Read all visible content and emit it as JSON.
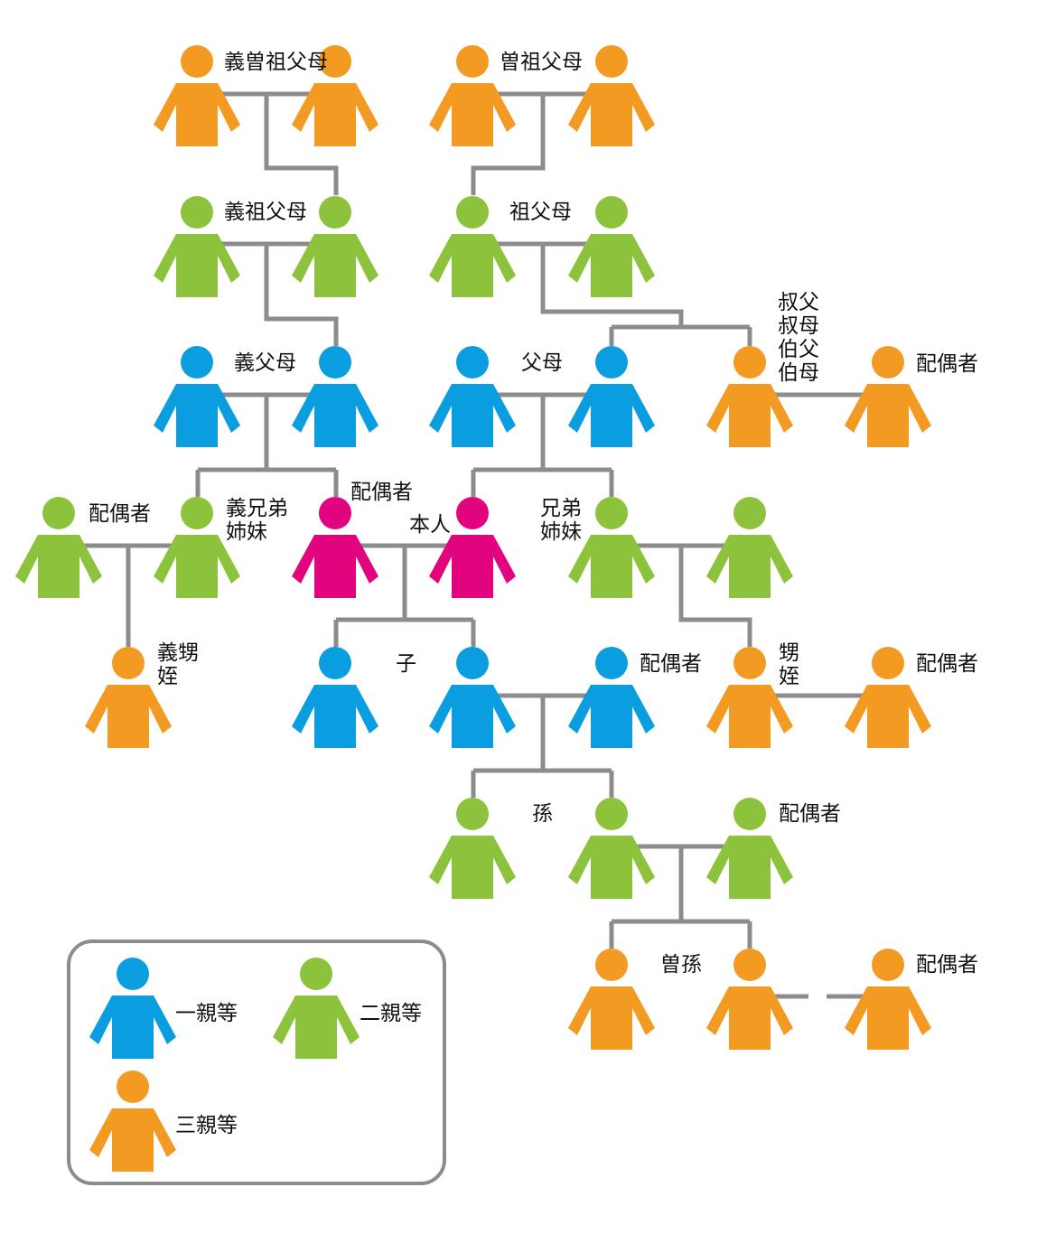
{
  "colors": {
    "first_degree": "#0a9ee0",
    "second_degree": "#8dc33c",
    "third_degree": "#f39a22",
    "self": "#e2047f",
    "connector": "#8c8c8c"
  },
  "labels": {
    "spouse_great_grandparents": "義曽祖父母",
    "great_grandparents": "曽祖父母",
    "spouse_grandparents": "義祖父母",
    "grandparents": "祖父母",
    "aunts_uncles": [
      "叔父",
      "叔母",
      "伯父",
      "伯母"
    ],
    "aunts_uncles_spouse": "配偶者",
    "spouse_parents": "義父母",
    "parents": "父母",
    "spouse_siblings_spouse": "配偶者",
    "spouse_siblings": [
      "義兄弟",
      "姉妹"
    ],
    "spouse": "配偶者",
    "self": "本人",
    "siblings": [
      "兄弟",
      "姉妹"
    ],
    "spouse_nephews_nieces": [
      "義甥",
      "姪"
    ],
    "children": "子",
    "children_spouse": "配偶者",
    "nephews_nieces": [
      "甥",
      "姪"
    ],
    "nephews_nieces_spouse": "配偶者",
    "grandchildren": "孫",
    "grandchildren_spouse": "配偶者",
    "great_grandchildren": "曽孫",
    "great_grandchildren_spouse": "配偶者"
  },
  "legend": {
    "first_degree": "一親等",
    "second_degree": "二親等",
    "third_degree": "三親等"
  }
}
